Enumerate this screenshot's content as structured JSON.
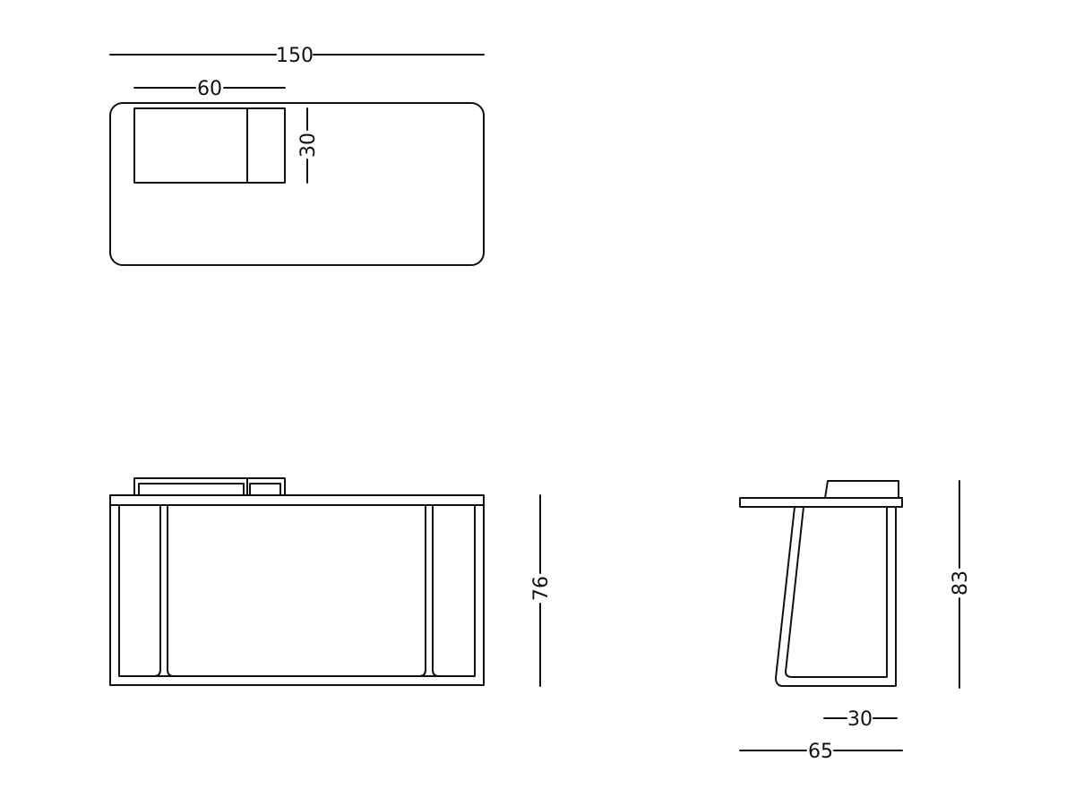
{
  "drawing": {
    "stroke_color": "#111111",
    "background": "#ffffff",
    "top_view": {
      "overall_width": "150",
      "drawer_width": "60",
      "drawer_depth": "30"
    },
    "front_view": {
      "height": "76"
    },
    "side_view": {
      "overall_height": "83",
      "base_depth": "30",
      "overall_depth": "65"
    }
  }
}
